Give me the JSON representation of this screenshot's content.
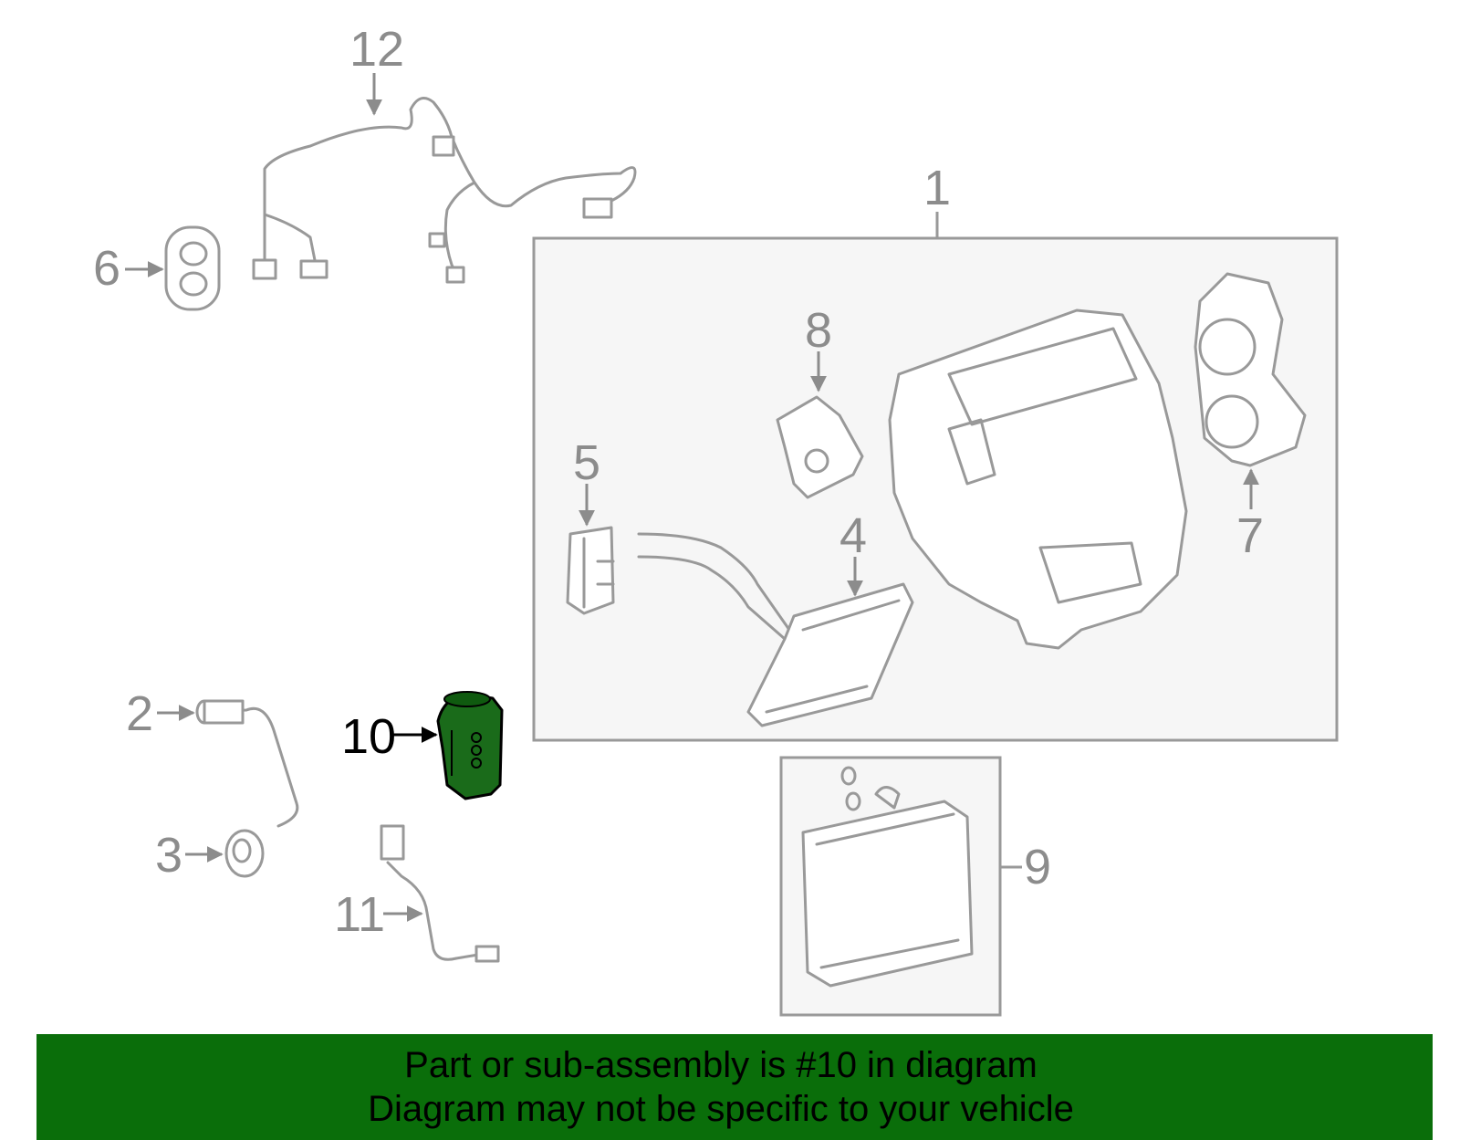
{
  "callouts": {
    "c1": "1",
    "c2": "2",
    "c3": "3",
    "c4": "4",
    "c5": "5",
    "c6": "6",
    "c7": "7",
    "c8": "8",
    "c9": "9",
    "c10": "10",
    "c11": "11",
    "c12": "12"
  },
  "highlight": {
    "part_number": "10",
    "color": "#1a6b1a"
  },
  "banner": {
    "line1": "Part or sub-assembly is #10 in diagram",
    "line2": "Diagram may not be specific to your vehicle",
    "background": "#0a6e0a"
  }
}
